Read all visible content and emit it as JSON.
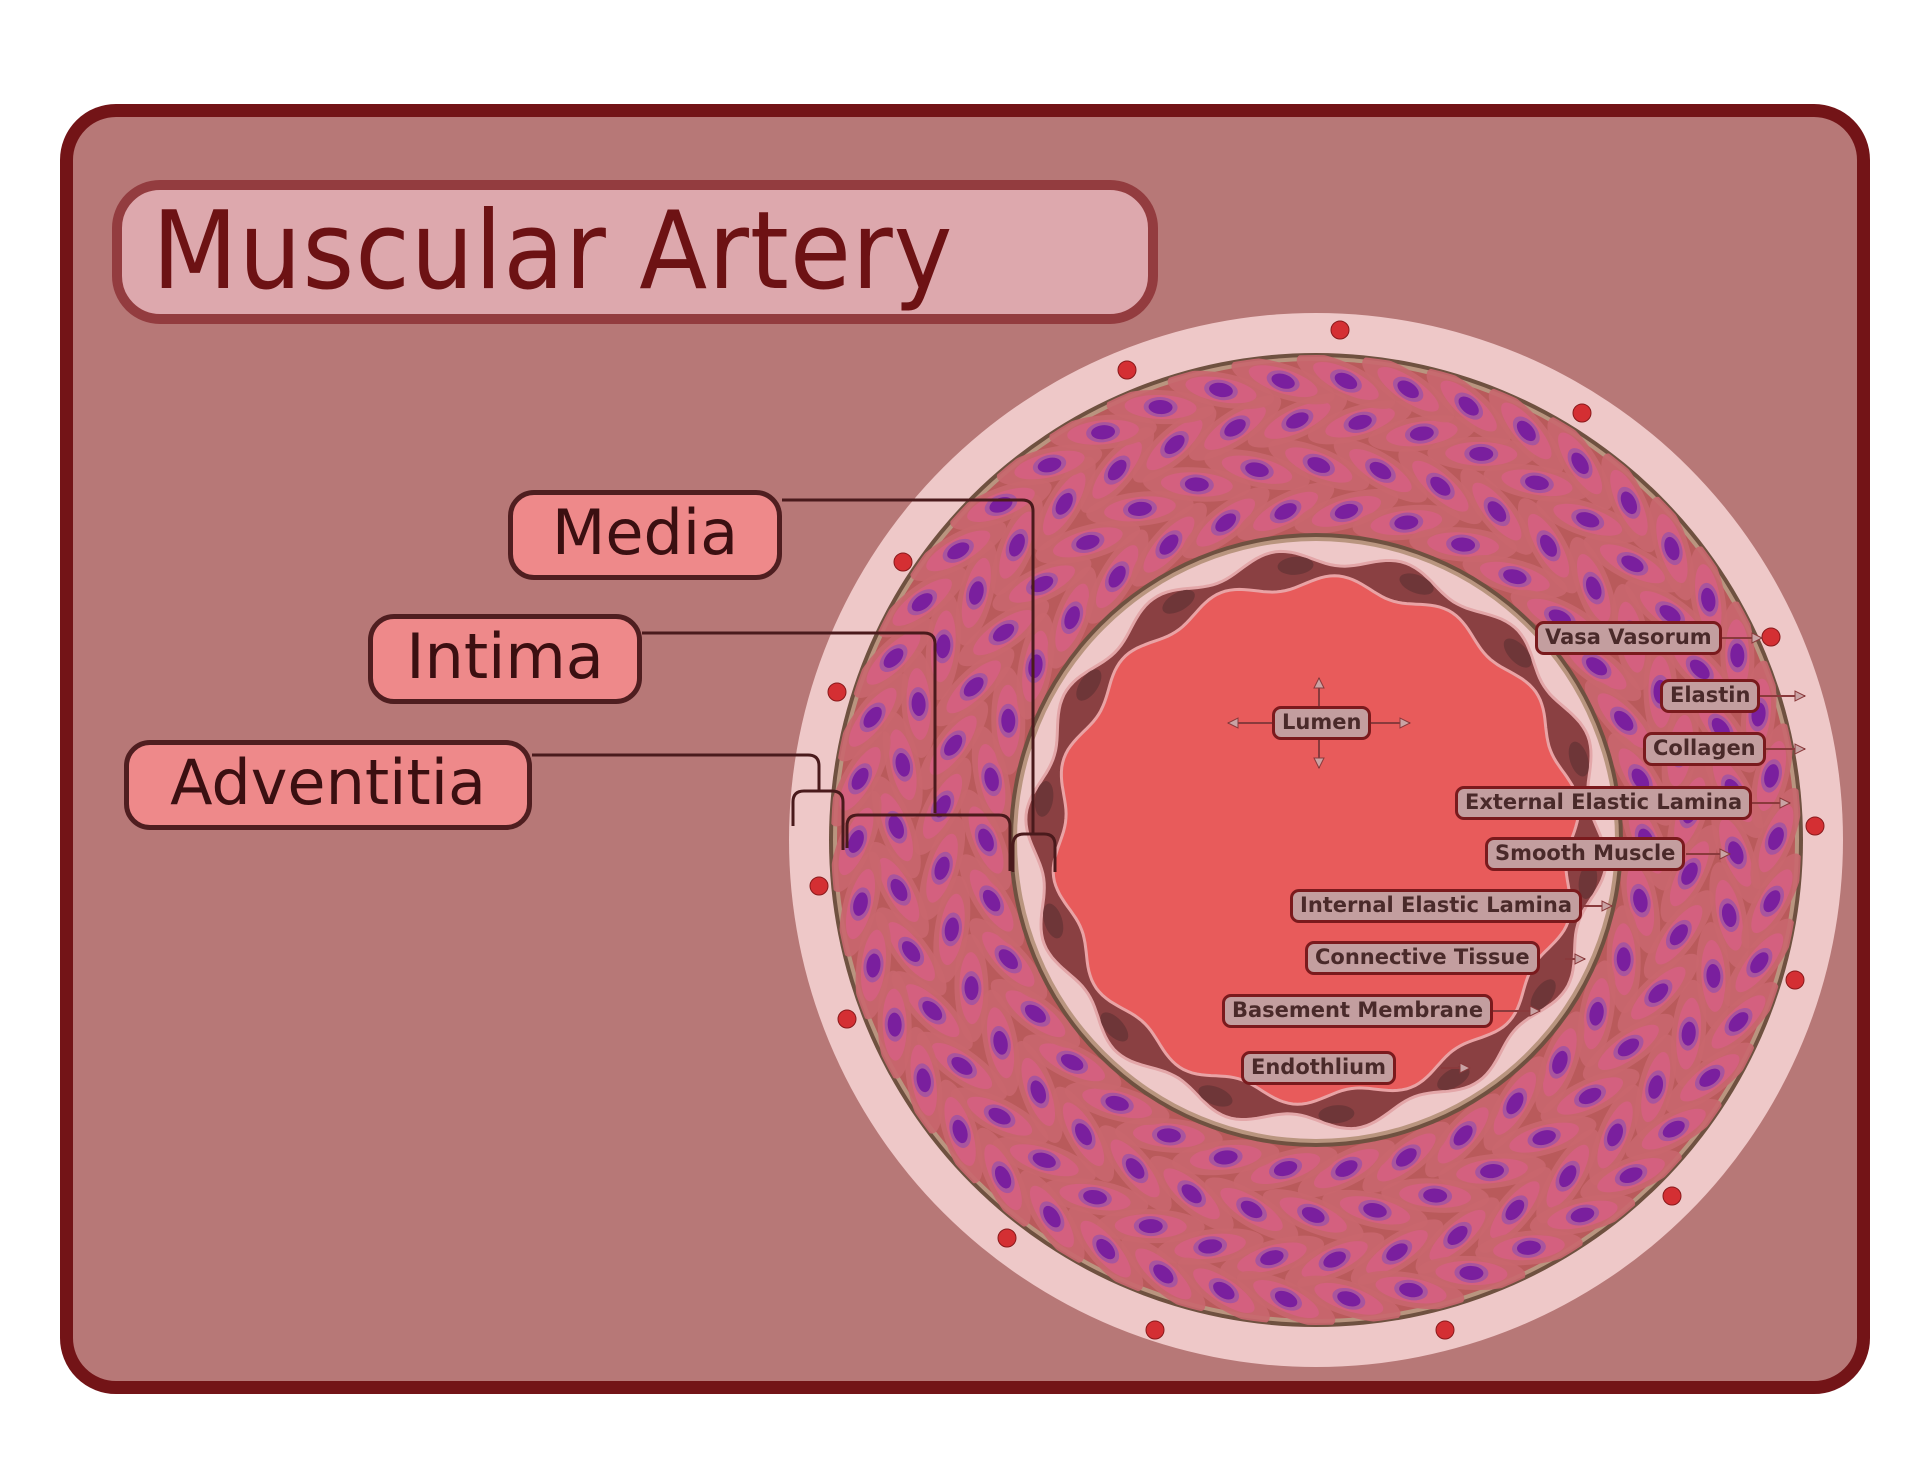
{
  "title": "Muscular Artery",
  "layers": {
    "media": "Media",
    "intima": "Intima",
    "adventitia": "Adventitia"
  },
  "structures": {
    "lumen": "Lumen",
    "vasa_vasorum": "Vasa Vasorum",
    "elastin": "Elastin",
    "collagen": "Collagen",
    "external_elastic_lamina": "External Elastic Lamina",
    "smooth_muscle": "Smooth Muscle",
    "internal_elastic_lamina": "Internal Elastic Lamina",
    "connective_tissue": "Connective Tissue",
    "basement_membrane": "Basement Membrane",
    "endothelium": "Endothlium"
  },
  "colors": {
    "frame_border": "#731417",
    "background": "#b77877",
    "title_fill": "#dda8ad",
    "title_text": "#6d1214",
    "adventitia": "#eec8c8",
    "media": "#b95a5b",
    "smooth_muscle_cell": "#d4607f",
    "nucleus": "#7a1f9e",
    "lumen": "#e85b5b",
    "endothelium": "#8a4042",
    "vasa_vasorum": "#d42f33",
    "layer_label_fill": "#ee898a",
    "structure_label_fill": "#c39e9f"
  }
}
